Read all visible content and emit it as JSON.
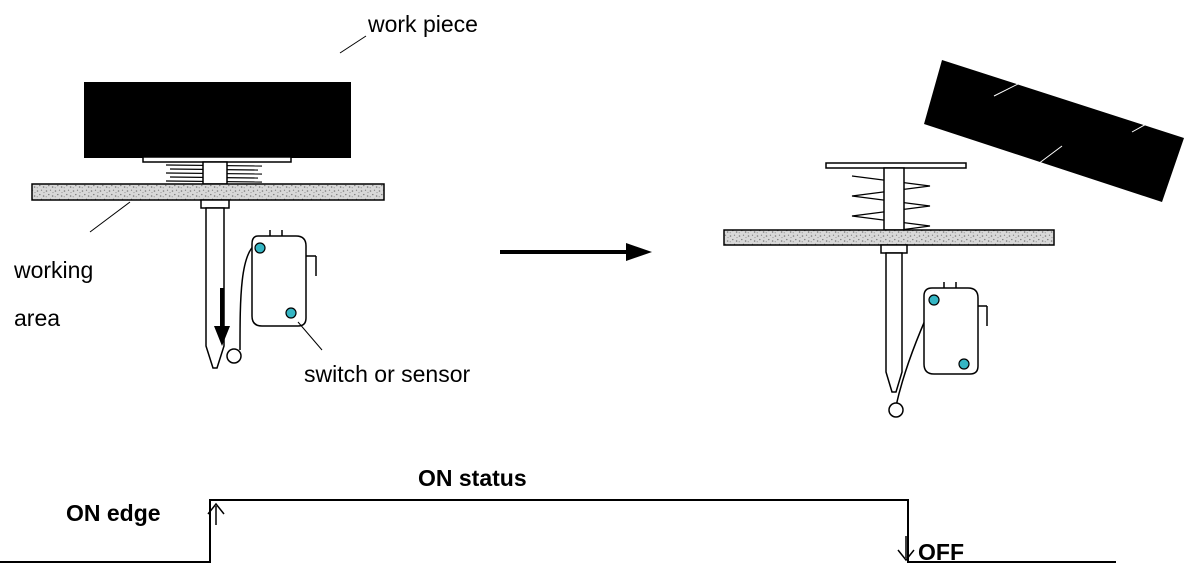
{
  "labels": {
    "work_piece": "work piece",
    "working_area_line1": "working",
    "working_area_line2": "area",
    "switch_or_sensor": "switch or sensor",
    "on_status": "ON status",
    "on_edge": "ON edge",
    "off": "OFF"
  },
  "colors": {
    "ink": "#000000",
    "workpiece_fill": "#000000",
    "board_fill": "#d8d8d8",
    "board_speckle": "#7a7a7a",
    "switch_pivot": "#35b6c4",
    "background": "#ffffff"
  },
  "icons": {
    "transition_arrow": "right-arrow-icon",
    "plunger_direction": "down-arrow-icon",
    "on_edge_marker": "rising-edge-arrow-icon",
    "off_edge_marker": "falling-edge-arrow-icon"
  }
}
